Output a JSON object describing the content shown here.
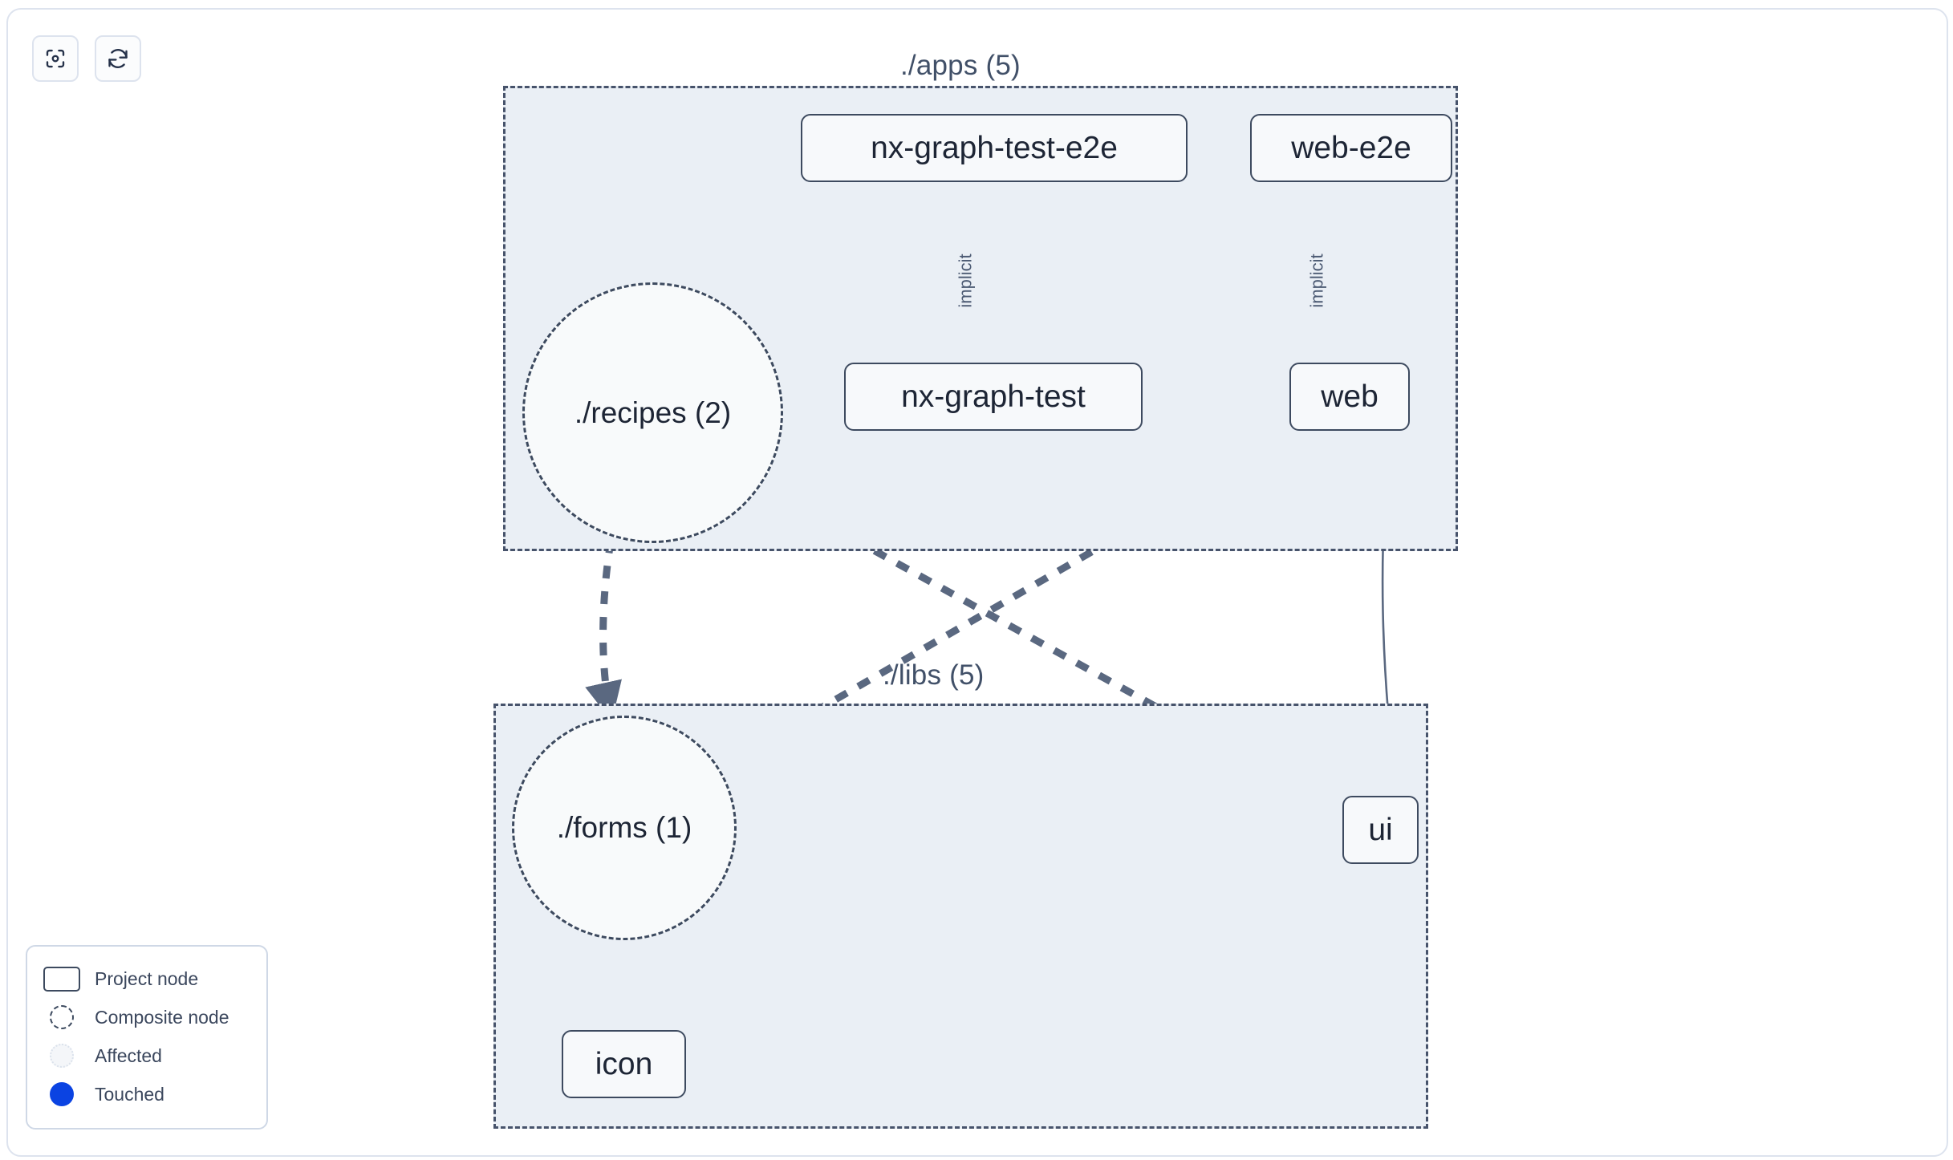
{
  "toolbar": {
    "buttons": [
      {
        "name": "focus-graph-button",
        "icon": "focus-target-icon",
        "title": "Focus graph"
      },
      {
        "name": "refresh-graph-button",
        "icon": "refresh-sync-icon",
        "title": "Refresh graph"
      }
    ]
  },
  "graph": {
    "groups": [
      {
        "id": "apps",
        "label": "./apps (5)",
        "count": 5
      },
      {
        "id": "libs",
        "label": "./libs (5)",
        "count": 5
      }
    ],
    "project_nodes": [
      {
        "id": "nx-graph-test-e2e",
        "label": "nx-graph-test-e2e",
        "group": "apps"
      },
      {
        "id": "web-e2e",
        "label": "web-e2e",
        "group": "apps"
      },
      {
        "id": "nx-graph-test",
        "label": "nx-graph-test",
        "group": "apps"
      },
      {
        "id": "web",
        "label": "web",
        "group": "apps"
      },
      {
        "id": "ui",
        "label": "ui",
        "group": "libs"
      },
      {
        "id": "icon",
        "label": "icon",
        "group": "libs"
      }
    ],
    "composite_nodes": [
      {
        "id": "recipes",
        "label": "./recipes (2)",
        "group": "apps",
        "count": 2
      },
      {
        "id": "forms",
        "label": "./forms (1)",
        "group": "libs",
        "count": 1
      }
    ],
    "edges": [
      {
        "from": "nx-graph-test-e2e",
        "to": "nx-graph-test",
        "label": "implicit",
        "style": "solid"
      },
      {
        "from": "web-e2e",
        "to": "web",
        "label": "implicit",
        "style": "solid"
      },
      {
        "from": "web",
        "to": "ui",
        "label": "",
        "style": "solid"
      },
      {
        "from": "recipes",
        "to": "forms",
        "label": "",
        "style": "dashed"
      },
      {
        "from": "recipes",
        "to": "ui",
        "label": "",
        "style": "dashed"
      },
      {
        "from": "web",
        "to": "forms",
        "label": "",
        "style": "dashed"
      },
      {
        "from": "forms",
        "to": "icon",
        "label": "",
        "style": "dashed"
      }
    ]
  },
  "legend": {
    "items": [
      {
        "swatch": "project-node-swatch",
        "label": "Project node"
      },
      {
        "swatch": "composite-node-swatch",
        "label": "Composite node"
      },
      {
        "swatch": "affected-swatch",
        "label": "Affected"
      },
      {
        "swatch": "touched-swatch",
        "label": "Touched"
      }
    ]
  },
  "colors": {
    "group_fill": "#eaeff5",
    "node_stroke": "#3d4a5f",
    "edge": "#5a6880",
    "touched": "#0b43e2",
    "card_border": "#dde3ee"
  }
}
